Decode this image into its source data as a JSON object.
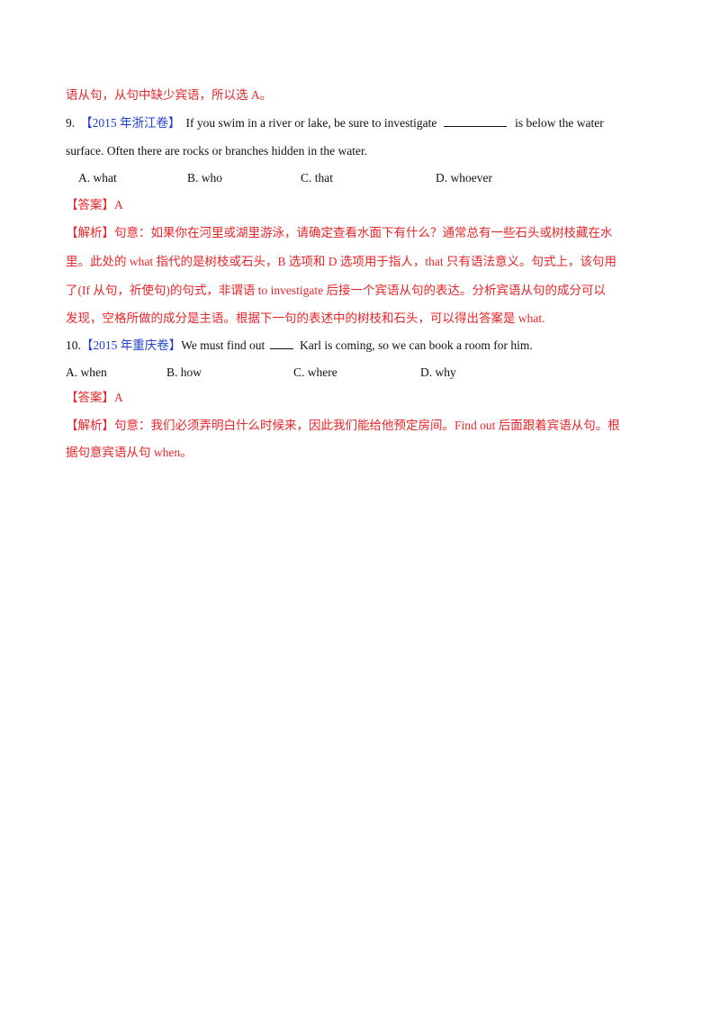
{
  "prev_tail": "语从句，从句中缺少宾语，所以选  A。",
  "q9": {
    "number": "9.",
    "source": "【2015 年浙江卷】",
    "stem_a": "If you swim in a river or lake, be sure to investigate",
    "stem_b": "is below the water",
    "stem_line2": "surface. Often there are rocks or branches hidden in the water.",
    "options": [
      "A. what",
      "B. who",
      "C. that",
      "D. whoever"
    ],
    "answer_label": "【答案】",
    "answer": "A",
    "analysis_label": "【解析】",
    "analysis_lines": [
      "句意：如果你在河里或湖里游泳，请确定查看水面下有什么？通常总有一些石头或树枝藏在水",
      "里。此处的 what 指代的是树枝或石头，B 选项和 D 选项用于指人，that  只有语法意义。句式上，该句用",
      "了(If  从句，祈使句)的句式，非谓语 to investigate  后接一个宾语从句的表达。分析宾语从句的成分可以",
      "发现，空格所做的成分是主语。根据下一句的表述中的树枝和石头，可以得出答案是 what."
    ]
  },
  "q10": {
    "number": "10.",
    "source": "【2015 年重庆卷】",
    "stem_a": "We must find out",
    "stem_b": "Karl is coming, so we can book a room for him.",
    "options": [
      "A.  when",
      "B. how",
      "C. where",
      "D. why"
    ],
    "answer_label": "【答案】",
    "answer": "A",
    "analysis_label": "【解析】",
    "analysis_lines": [
      "句意：我们必须弄明白什么时候来，因此我们能给他预定房间。Find out  后面跟着宾语从句。根",
      "据句意宾语从句 when。"
    ]
  }
}
